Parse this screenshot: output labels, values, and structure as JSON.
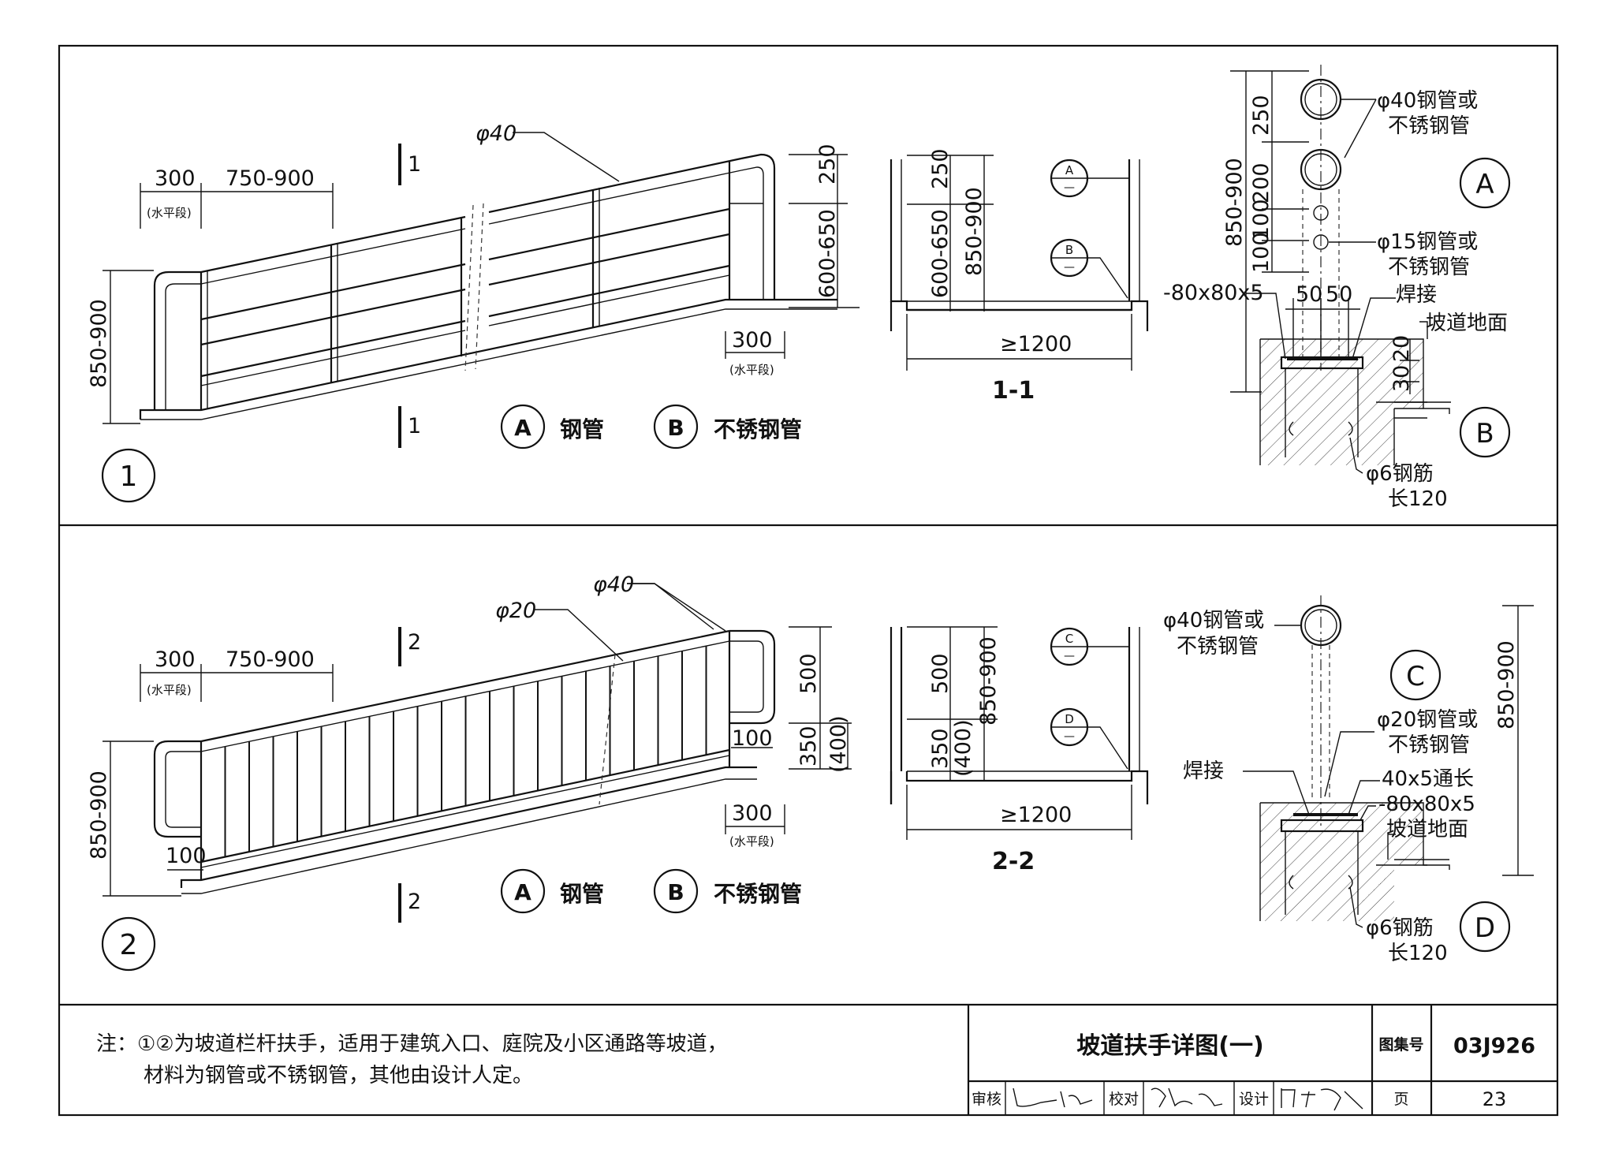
{
  "drawing1": {
    "marker": "1",
    "dim_300": "300",
    "dim_750_900": "750-900",
    "horizontal_segment": "(水平段)",
    "phi40": "φ40",
    "dim_250": "250",
    "dim_600_650": "600-650",
    "dim_850_900": "850-900",
    "dim_300_right": "300",
    "section_mark": "1"
  },
  "legend": {
    "a_letter": "A",
    "a_text": "钢管",
    "b_letter": "B",
    "b_text": "不锈钢管"
  },
  "section1": {
    "title": "1-1",
    "dim_250": "250",
    "dim_600_650": "600-650",
    "dim_850_900": "850-900",
    "dim_width": "≥1200",
    "callout_a": "A",
    "callout_b": "B",
    "dash": "—"
  },
  "detailA": {
    "letter": "A",
    "dim_250": "250",
    "dim_200": "200",
    "dim_100a": "100",
    "dim_100b": "100",
    "dim_850_900": "850-900",
    "pipe40_line1": "φ40钢管或",
    "pipe40_line2": "不锈钢管",
    "pipe15_line1": "φ15钢管或",
    "pipe15_line2": "不锈钢管"
  },
  "detailB": {
    "letter": "B",
    "plate": "-80x80x5",
    "dim_50a": "50",
    "dim_50b": "50",
    "weld": "焊接",
    "ramp_ground": "坡道地面",
    "dim_30": "30",
    "dim_20": "20",
    "rebar_line1": "φ6钢筋",
    "rebar_line2": "长120"
  },
  "drawing2": {
    "marker": "2",
    "dim_300": "300",
    "dim_750_900": "750-900",
    "horizontal_segment": "(水平段)",
    "phi20": "φ20",
    "phi40": "φ40",
    "dim_500": "500",
    "dim_350": "350",
    "dim_400": "(400)",
    "dim_100_right": "100",
    "dim_100_left": "100",
    "dim_850_900": "850-900",
    "dim_300_right": "300",
    "section_mark": "2"
  },
  "section2": {
    "title": "2-2",
    "dim_500": "500",
    "dim_350": "350",
    "dim_400": "(400)",
    "dim_850_900": "850-900",
    "dim_width": "≥1200",
    "callout_c": "C",
    "callout_d": "D",
    "dash": "—"
  },
  "detailC": {
    "letter": "C",
    "pipe40_line1": "φ40钢管或",
    "pipe40_line2": "不锈钢管",
    "pipe20_line1": "φ20钢管或",
    "pipe20_line2": "不锈钢管",
    "dim_850_900": "850-900"
  },
  "detailD": {
    "letter": "D",
    "weld": "焊接",
    "bar": "40x5通长",
    "plate": "-80x80x5",
    "ramp_ground": "坡道地面",
    "rebar_line1": "φ6钢筋",
    "rebar_line2": "长120"
  },
  "titleblock": {
    "note_line1": "注：①②为坡道栏杆扶手，适用于建筑入口、庭院及小区通路等坡道，",
    "note_line2": "材料为钢管或不锈钢管，其他由设计人定。",
    "title": "坡道扶手详图(一)",
    "atlas_label": "图集号",
    "atlas_no": "03J926",
    "review": "审核",
    "check": "校对",
    "design": "设计",
    "page_label": "页",
    "page_no": "23"
  }
}
